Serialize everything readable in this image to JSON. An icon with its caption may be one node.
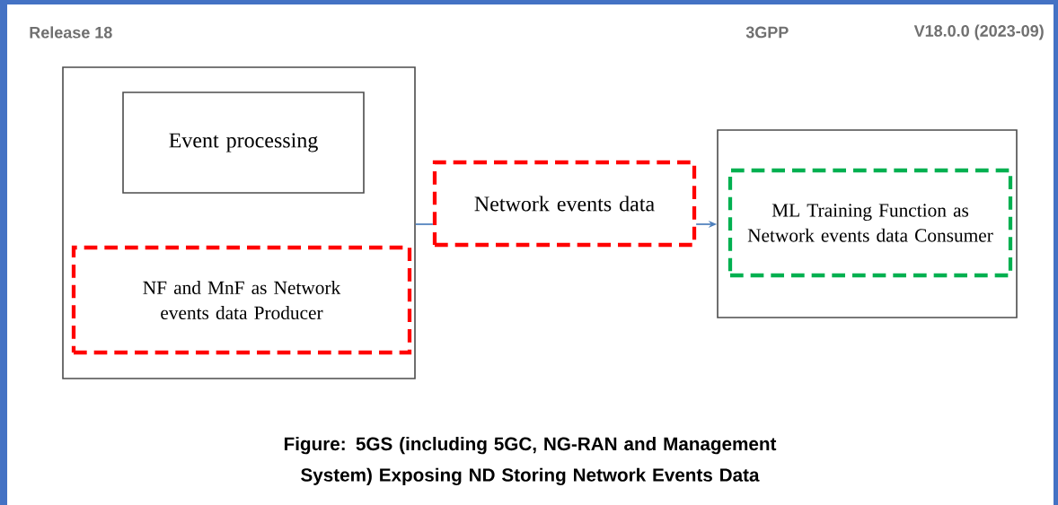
{
  "diagram": {
    "caption": "Figure: 5GS (including  5GC, NG-RAN and Management  System) Exposing ND Storing Network Events Data",
    "nodes": [
      {
        "text": [],
        "shape": "box"
      },
      {
        "text": [
          "Event processing"
        ],
        "in": 0
      },
      {
        "text": [
          "NF and MnF as Network events data Producer"
        ],
        "in": 0
      },
      {
        "text": [
          "Network events data"
        ]
      },
      {
        "text": [],
        "shape": "box"
      },
      {
        "text": [
          "ML Training Function as Network events data Consumer"
        ],
        "in": 4
      }
    ],
    "edges": [
      {
        "from": 0,
        "to": 3,
        "arrow": "none"
      },
      {
        "from": 3,
        "to": 4,
        "arrow": "to"
      }
    ],
    "labels": [
      "Release 18",
      "3GPP",
      "V18.0.0 (2023-09)"
    ]
  }
}
